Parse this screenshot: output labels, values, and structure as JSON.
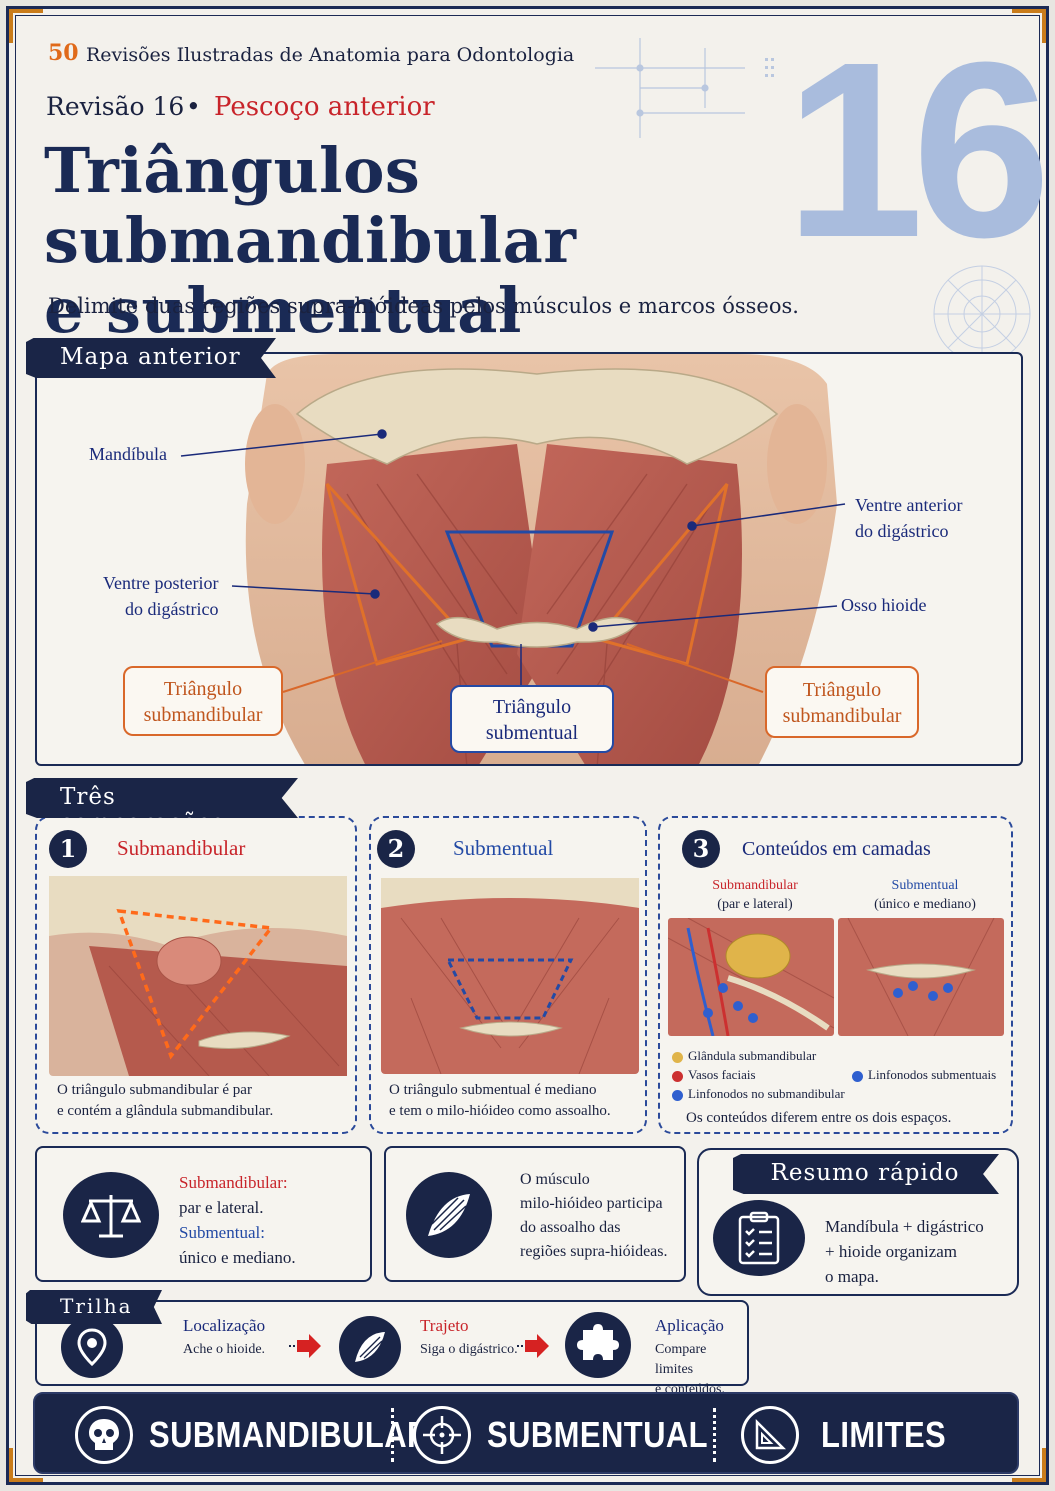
{
  "header": {
    "series_mark": "50",
    "series_title": "Revisões Ilustradas de Anatomia para Odontologia",
    "review_label": "Revisão 16",
    "separator": "•",
    "topic": "Pescoço anterior",
    "title_line1": "Triângulos submandibular",
    "title_line2": "e submentual",
    "subtitle": "Delimite duas regiões supra-hióideas pelos músculos e marcos ósseos.",
    "big_number": "16"
  },
  "map": {
    "banner": "Mapa anterior",
    "labels": {
      "mandibula": "Mandíbula",
      "ventre_posterior": [
        "Ventre posterior",
        "do digástrico"
      ],
      "ventre_anterior": [
        "Ventre anterior",
        "do digástrico"
      ],
      "osso_hioide": "Osso hioide"
    },
    "callouts": {
      "left": [
        "Triângulo",
        "submandibular"
      ],
      "center": [
        "Triângulo",
        "submentual"
      ],
      "right": [
        "Triângulo",
        "submandibular"
      ]
    }
  },
  "comparisons": {
    "banner": "Três comparações",
    "cards": [
      {
        "num": "1",
        "title": "Submandibular",
        "text": [
          "O triângulo submandibular é par",
          "e contém a glândula submandibular."
        ]
      },
      {
        "num": "2",
        "title": "Submentual",
        "text": [
          "O triângulo submentual é mediano",
          "e tem o milo-hióideo como assoalho."
        ]
      },
      {
        "num": "3",
        "title": "Conteúdos em camadas",
        "sub_left": [
          "Submandibular",
          "(par e lateral)"
        ],
        "sub_right": [
          "Submentual",
          "(único e mediano)"
        ],
        "legend": [
          "Glândula submandibular",
          "Vasos faciais",
          "Linfonodos no submandibular",
          "Linfonodos submentuais"
        ],
        "text": "Os conteúdos diferem entre os dois espaços."
      }
    ]
  },
  "summary_boxes": {
    "box1": {
      "t1": "Submandibular:",
      "t2": "par e lateral.",
      "t3": "Submentual:",
      "t4": "único e mediano."
    },
    "box2": [
      "O músculo",
      "milo-hióideo participa",
      "do assoalho das",
      "regiões supra-hióideas."
    ],
    "box3": {
      "banner": "Resumo rápido",
      "text": [
        "Mandíbula + digástrico",
        "+ hioide organizam",
        "o mapa."
      ]
    }
  },
  "trail": {
    "banner": "Trilha",
    "steps": [
      {
        "title": "Localização",
        "text": [
          "Ache o hioide."
        ]
      },
      {
        "title": "Trajeto",
        "text": [
          "Siga o digástrico."
        ]
      },
      {
        "title": "Aplicação",
        "text": [
          "Compare limites",
          "e conteúdos."
        ]
      }
    ]
  },
  "footer": {
    "items": [
      "SUBMANDIBULAR",
      "SUBMENTUAL",
      "LIMITES"
    ]
  },
  "colors": {
    "navy": "#1a2547",
    "orange": "#d9682a",
    "red": "#c8242a",
    "blue": "#234aa5",
    "pale_blue": "#a9bcdd"
  }
}
